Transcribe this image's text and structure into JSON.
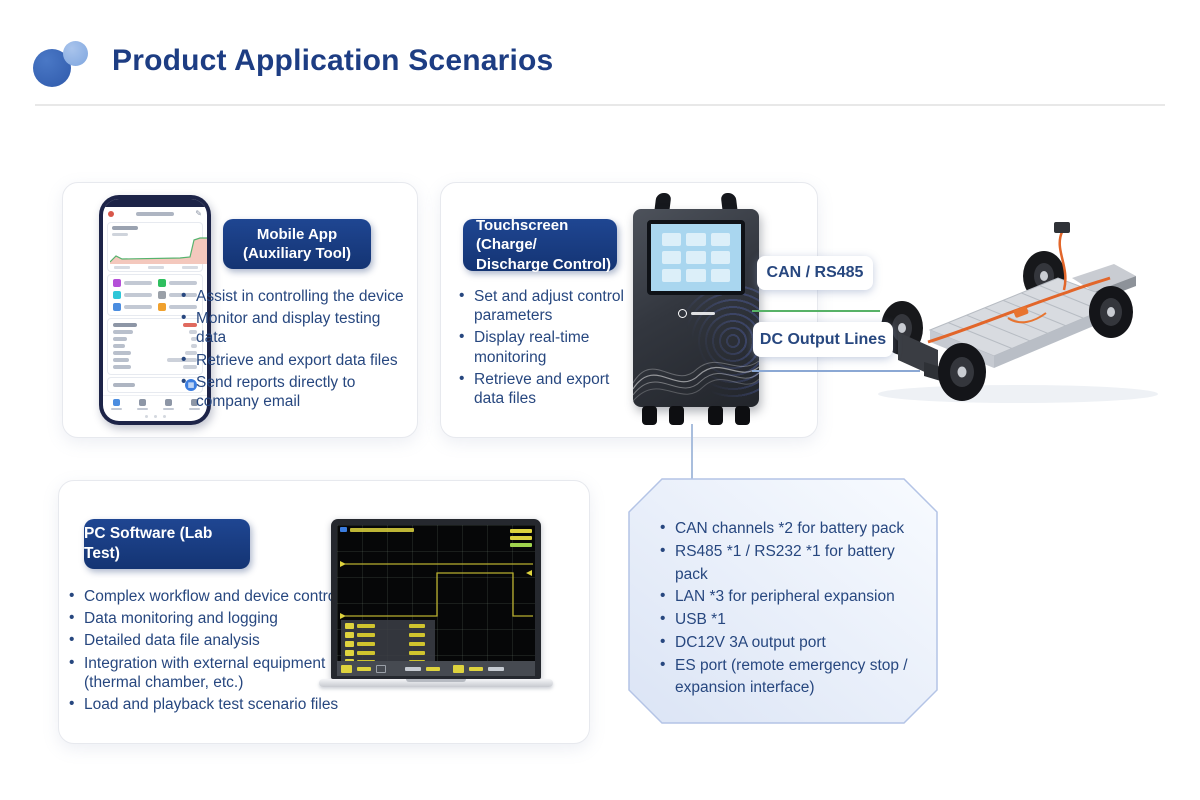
{
  "header": {
    "title": "Product Application Scenarios"
  },
  "mobile_app": {
    "badge": [
      "Mobile App",
      "(Auxiliary Tool)"
    ],
    "bullets": [
      "Assist in controlling the device",
      "Monitor and display testing data",
      "Retrieve and export data files",
      "Send reports directly to company email"
    ]
  },
  "touchscreen": {
    "badge": [
      "Touchscreen (Charge/",
      "Discharge Control)"
    ],
    "bullets": [
      "Set and adjust control parameters",
      "Display real-time monitoring",
      "Retrieve and export data files"
    ]
  },
  "pc_software": {
    "badge": "PC Software (Lab Test)",
    "bullets": [
      "Complex workflow and device control",
      "Data monitoring and logging",
      "Detailed data file analysis",
      "Integration with external equipment (thermal chamber, etc.)",
      "Load and playback test scenario files"
    ]
  },
  "connections": {
    "can_label": "CAN / RS485",
    "dc_label": "DC Output Lines"
  },
  "ports_panel": {
    "bullets": [
      "CAN channels *2 for battery pack",
      "RS485 *1 / RS232 *1 for battery pack",
      "LAN *3 for peripheral expansion",
      "USB *1",
      "DC12V 3A output port",
      "ES port (remote emergency stop / expansion interface)"
    ]
  },
  "colors": {
    "title_blue": "#1d3d83",
    "text_blue": "#27477f",
    "badge_blue": "#1a3f86",
    "can_line_green": "#57b267",
    "dc_line_blue": "#8ba8d4",
    "octagon_border": "#b4c4e6"
  }
}
